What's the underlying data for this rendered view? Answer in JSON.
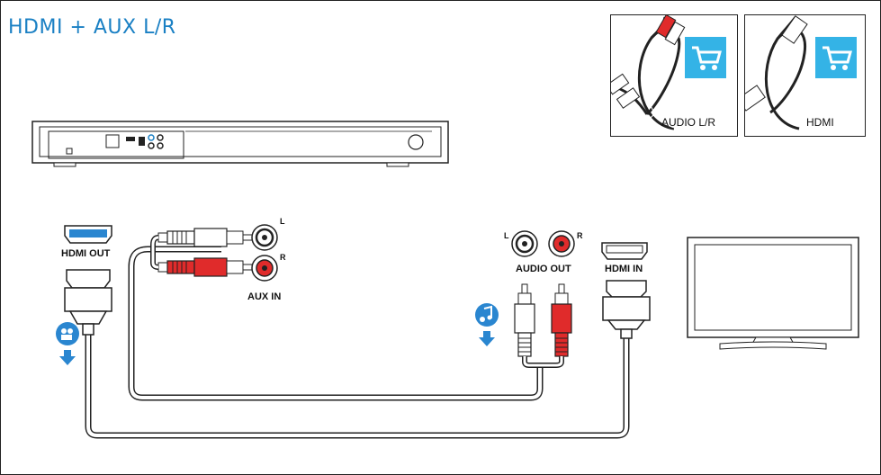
{
  "title": "HDMI + AUX L/R",
  "accessories": [
    {
      "label": "AUDIO L/R",
      "icon": "cart-icon"
    },
    {
      "label": "HDMI",
      "icon": "cart-icon"
    }
  ],
  "player_ports": {
    "hdmi_out": "HDMI OUT",
    "aux_in": "AUX IN",
    "left": "L",
    "right": "R"
  },
  "tv_ports": {
    "audio_out": "AUDIO OUT",
    "hdmi_in": "HDMI IN",
    "left": "L",
    "right": "R"
  },
  "icons": {
    "video": "video-camera-icon",
    "audio": "music-note-icon",
    "arrow": "arrow-down-icon"
  },
  "colors": {
    "accent": "#1a80c4",
    "signal_blue": "#2a86d0",
    "rca_red": "#e02b2b",
    "cart_blue": "#34b3e6"
  }
}
